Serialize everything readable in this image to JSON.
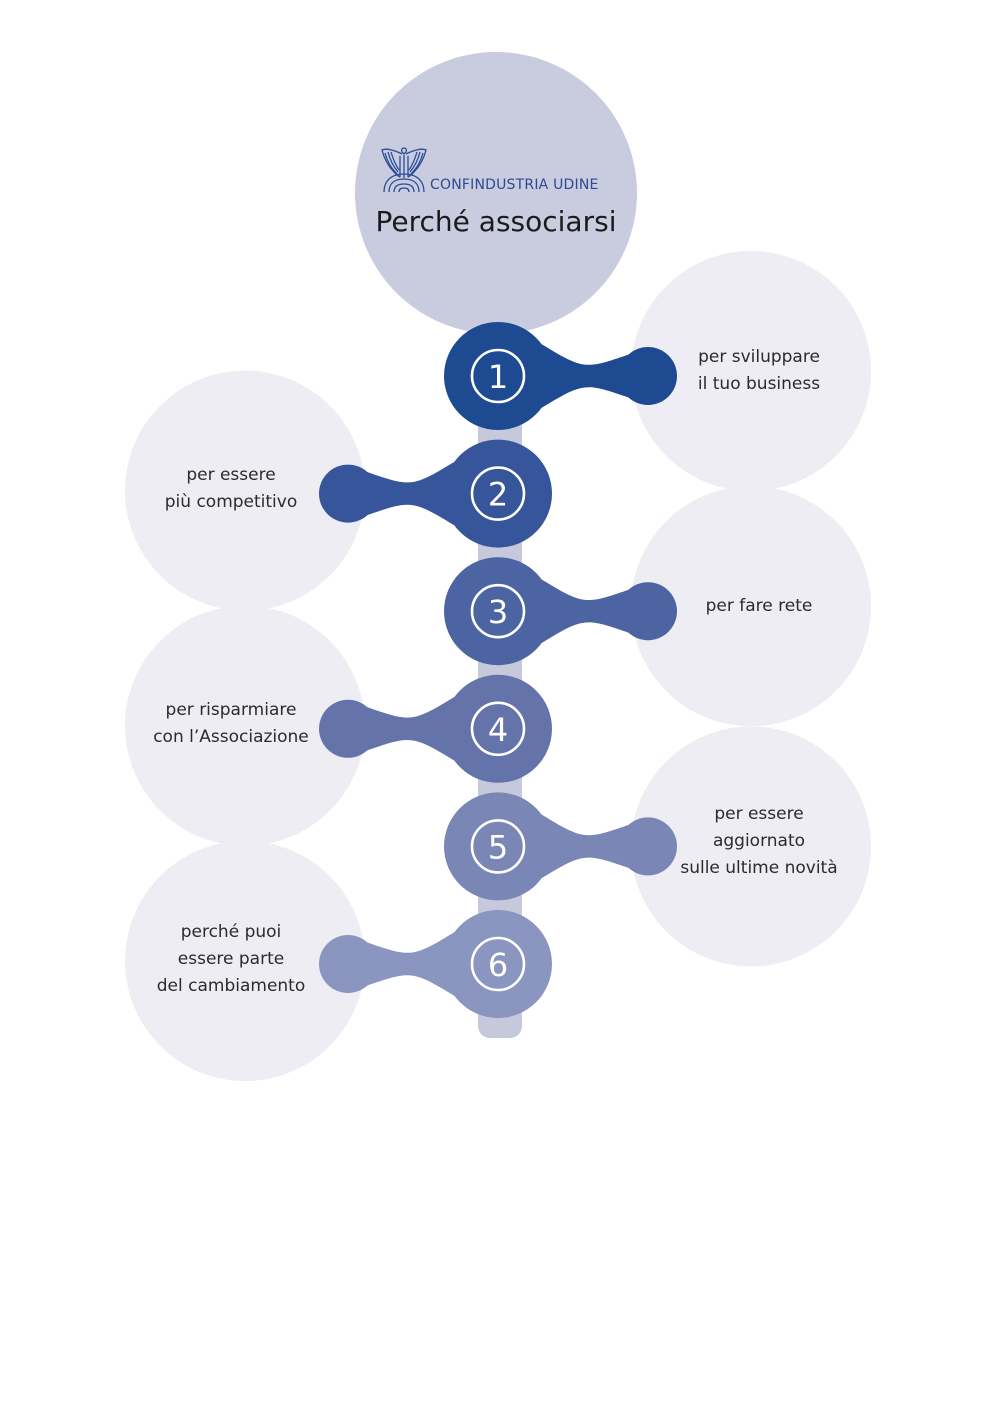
{
  "header": {
    "brand_name": "CONFINDUSTRIA UDINE",
    "brand_icon": "eagle-logo-icon",
    "title": "Perché associarsi"
  },
  "colors": {
    "header_circle": "#c9ccdf",
    "text_bubble": "#ededf3",
    "timeline_bar": "#c6c9dc",
    "brand": "#2a4b96"
  },
  "steps": [
    {
      "number": "1",
      "side": "right",
      "label": "per sviluppare\nil tuo business",
      "color": "#1e4a92"
    },
    {
      "number": "2",
      "side": "left",
      "label": "per essere\npiù competitivo",
      "color": "#36559a"
    },
    {
      "number": "3",
      "side": "right",
      "label": "per fare rete",
      "color": "#4c64a1"
    },
    {
      "number": "4",
      "side": "left",
      "label": "per risparmiare\ncon l’Associazione",
      "color": "#6474ab"
    },
    {
      "number": "5",
      "side": "right",
      "label": "per essere\naggiornato\nsulle ultime novità",
      "color": "#7986b6"
    },
    {
      "number": "6",
      "side": "left",
      "label": "perché puoi\nessere parte\ndel cambiamento",
      "color": "#8b96c0"
    }
  ]
}
